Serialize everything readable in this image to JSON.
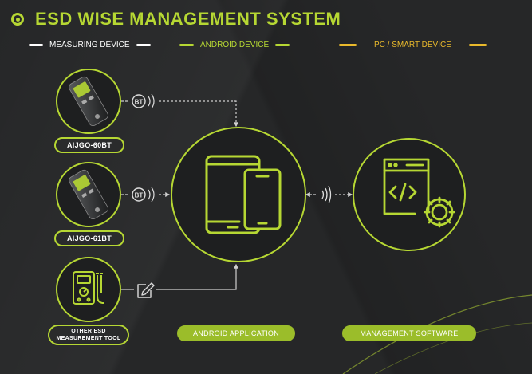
{
  "title": "ESD WISE MANAGEMENT SYSTEM",
  "columns": {
    "measuring": "MEASURING DEVICE",
    "android": "ANDROID DEVICE",
    "pc": "PC / SMART DEVICE"
  },
  "devices": {
    "device1": "AIJGO-60BT",
    "device2": "AIJGO-61BT",
    "device3_line1": "OTHER ESD",
    "device3_line2": "MEASUREMENT TOOL"
  },
  "labels": {
    "android_app": "ANDROID APPLICATION",
    "management_software": "MANAGEMENT SOFTWARE",
    "bt1": "BT",
    "bt2": "BT"
  },
  "colors": {
    "accent": "#b6d733",
    "pc_accent": "#e9b92c",
    "background": "#262728"
  },
  "icons": [
    "bluetooth-icon",
    "wireless-icon",
    "edit-icon",
    "tablet-phone-icon",
    "code-window-gear-icon",
    "multimeter-icon"
  ]
}
